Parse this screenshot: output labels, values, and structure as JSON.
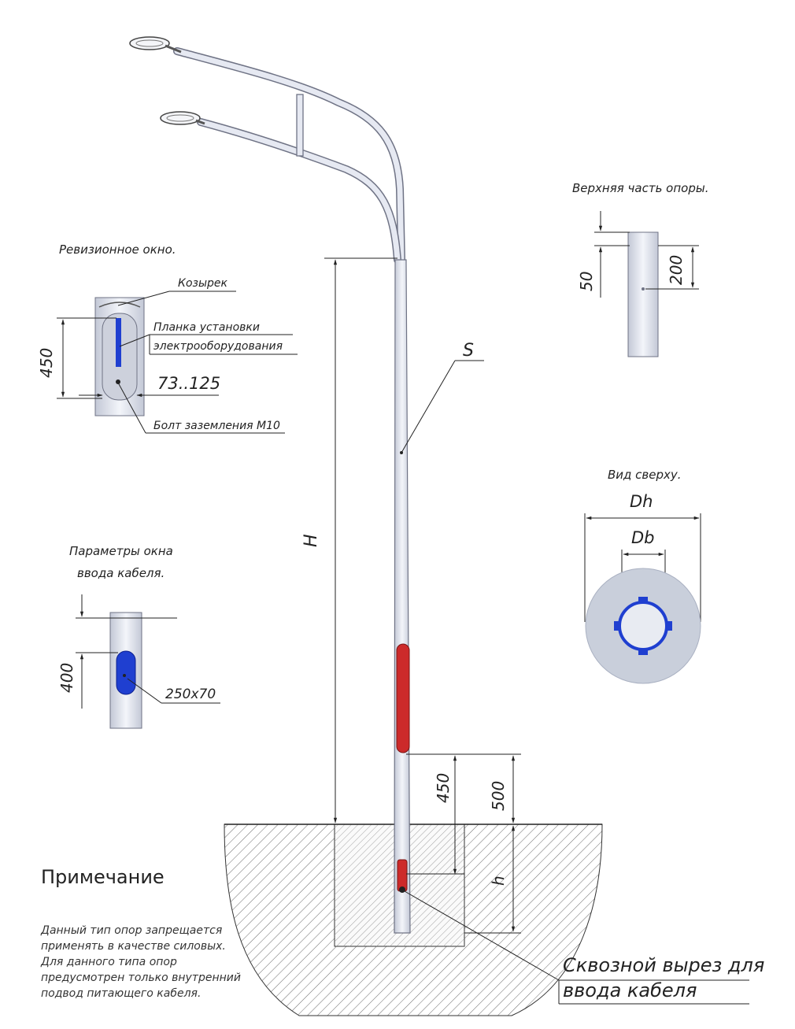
{
  "labels": {
    "inspection_window": "Ревизионное окно.",
    "visor": "Козырек",
    "mount_plate_line1": "Планка установки",
    "mount_plate_line2": "электрооборудования",
    "ground_bolt": "Болт заземления М10",
    "cable_window_line1": "Параметры окна",
    "cable_window_line2": "ввода кабеля.",
    "top_part": "Верхняя часть опоры.",
    "top_view": "Вид сверху.",
    "cut_line1": "Сквозной вырез для",
    "cut_line2": "ввода кабеля"
  },
  "dimensions": {
    "inspection_height": "450",
    "inspection_width": "73..125",
    "cable_offset": "400",
    "cable_size": "250x70",
    "top_offset": "50",
    "top_length": "200",
    "wall_thickness": "S",
    "height": "H",
    "outer_diameter": "Dh",
    "base_diameter": "Db",
    "base_450": "450",
    "base_500": "500",
    "depth": "h"
  },
  "note": {
    "title": "Примечание",
    "lines": [
      "Данный тип опор запрещается",
      "применять в качестве силовых.",
      "Для данного типа опор",
      "предусмотрен только внутренний",
      "подвод питающего кабеля."
    ]
  },
  "colors": {
    "pole": "#dfe3ef",
    "hatch": "#555555",
    "blue": "#1f3fd0",
    "red": "#cc2a2a",
    "base_circle": "#c9cfdb"
  }
}
